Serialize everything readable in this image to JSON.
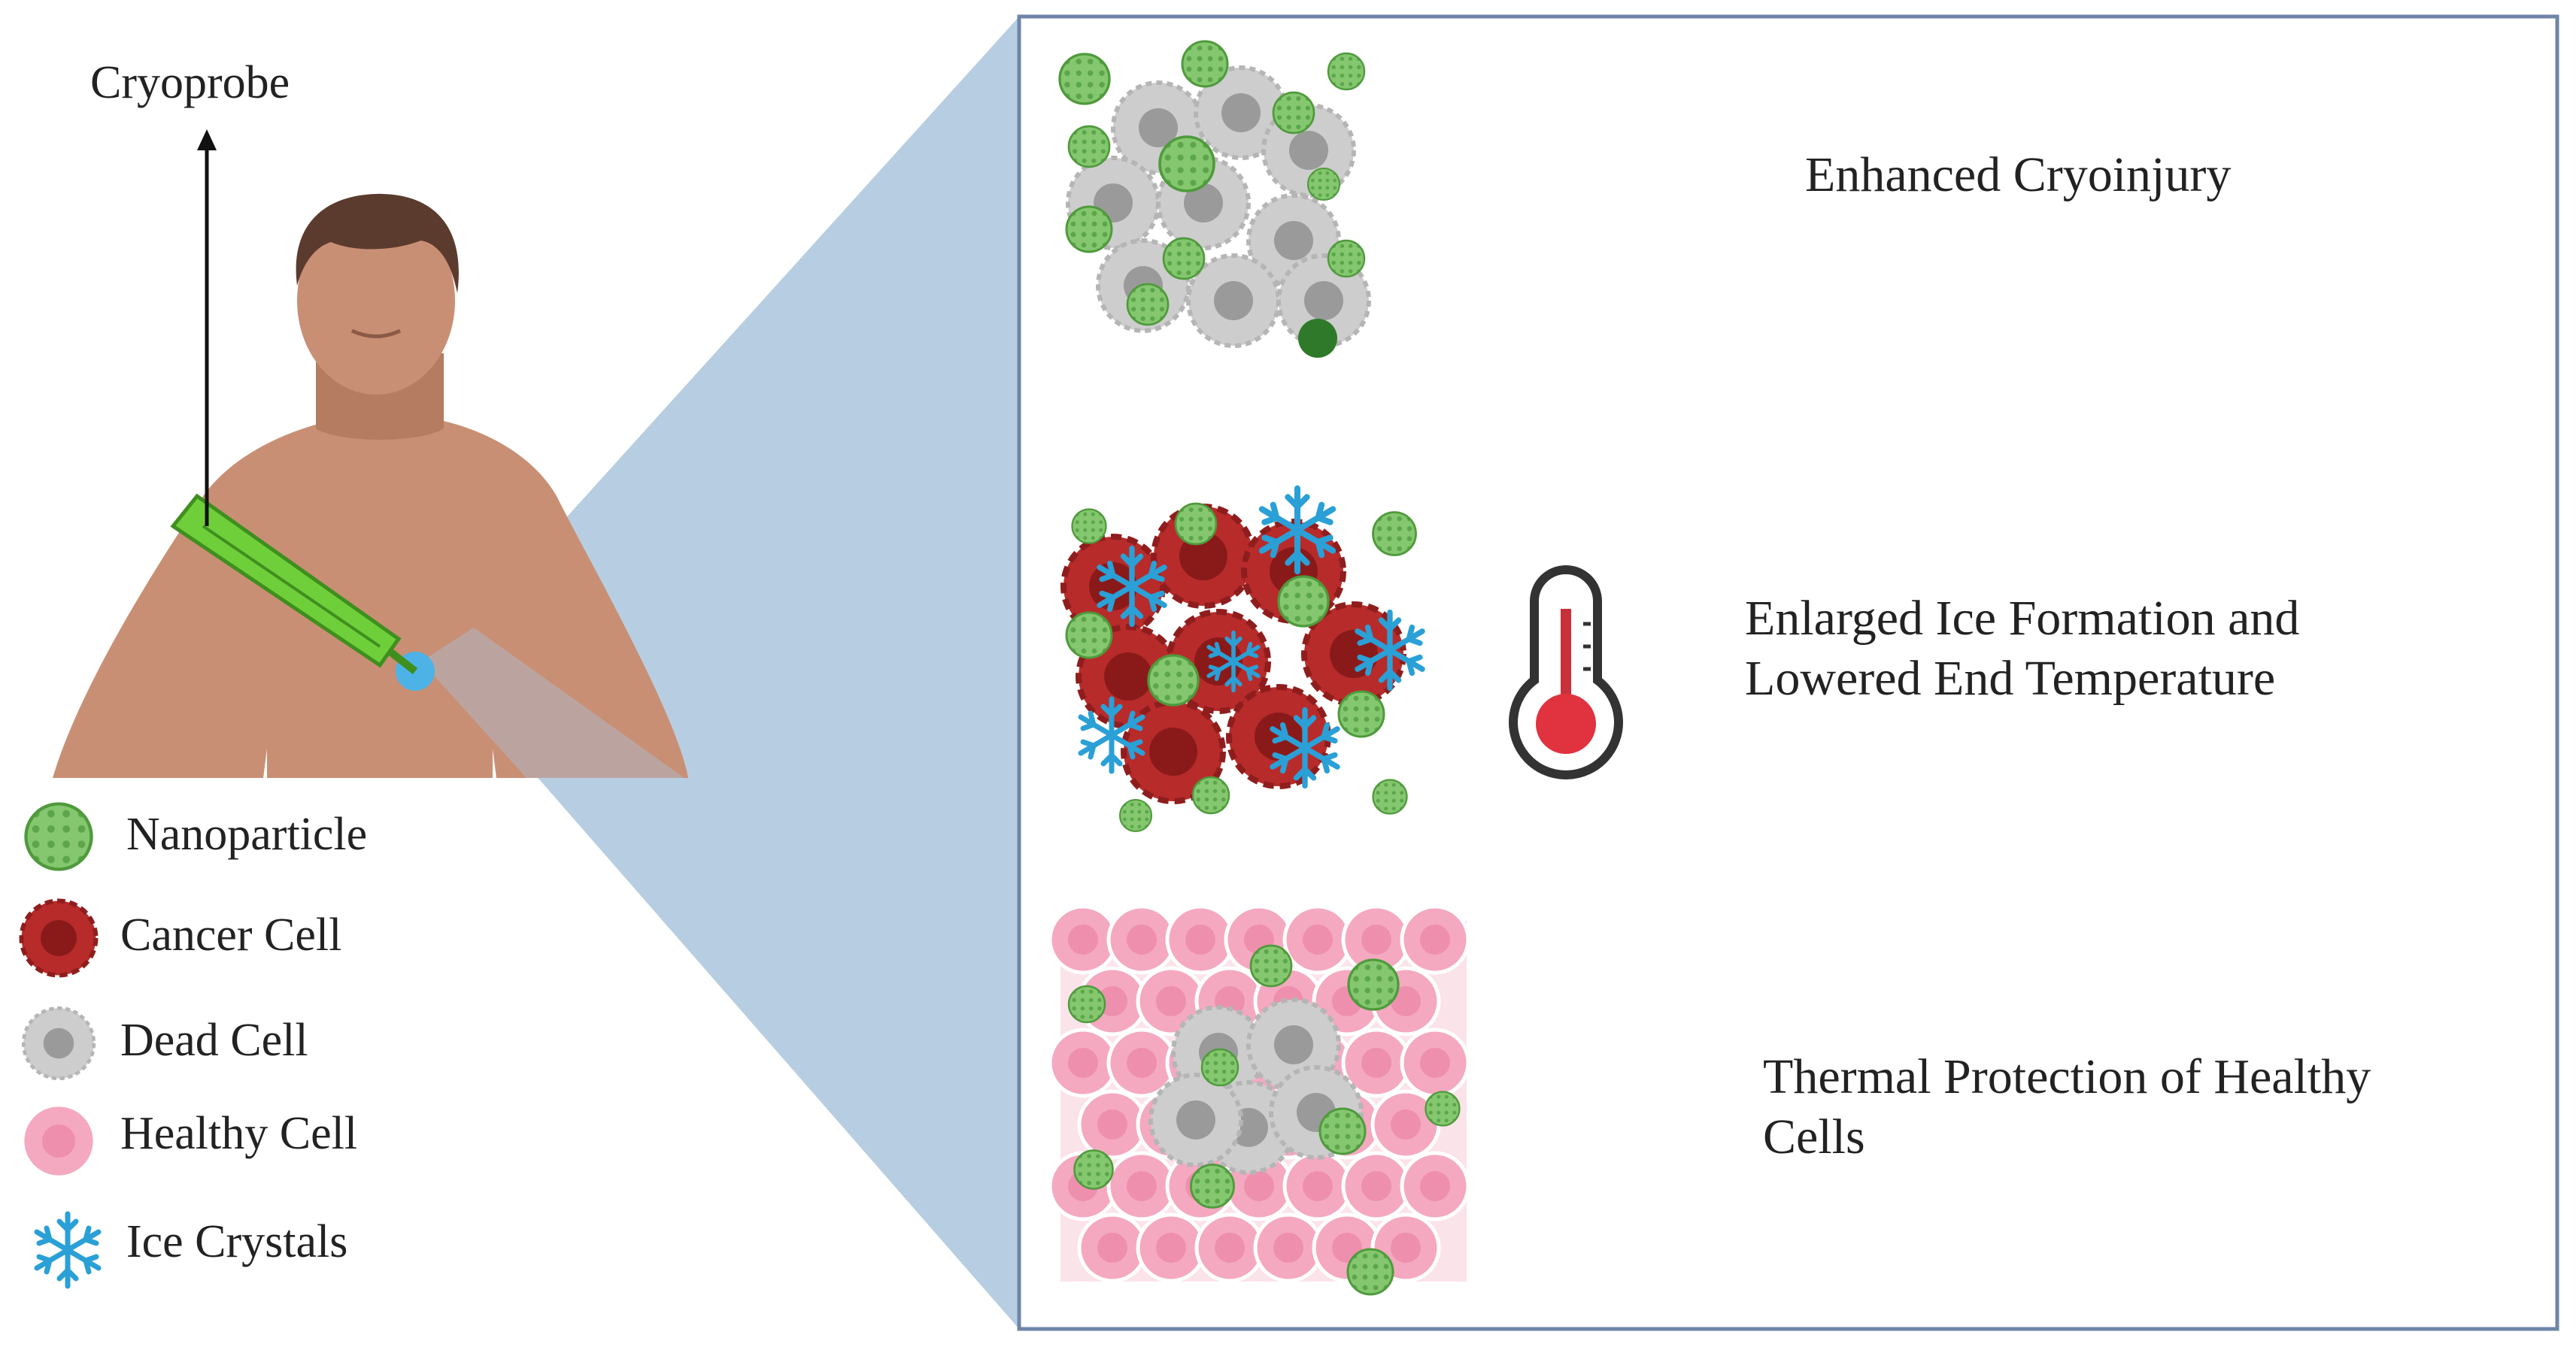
{
  "probe": {
    "label": "Cryoprobe"
  },
  "legend": {
    "items": [
      {
        "key": "nanoparticle",
        "label": "Nanoparticle"
      },
      {
        "key": "cancer",
        "label": "Cancer Cell"
      },
      {
        "key": "dead",
        "label": "Dead Cell"
      },
      {
        "key": "healthy",
        "label": "Healthy Cell"
      },
      {
        "key": "ice",
        "label": "Ice Crystals"
      }
    ]
  },
  "panel": {
    "effects": [
      {
        "lines": [
          "Enhanced Cryoinjury"
        ]
      },
      {
        "lines": [
          "Enlarged Ice Formation and",
          "Lowered End Temperature"
        ]
      },
      {
        "lines": [
          "Thermal Protection of Healthy",
          "Cells"
        ]
      }
    ]
  },
  "colors": {
    "panel_border": "#6e85a8",
    "zoom_wedge": "#b7cee2",
    "nanoparticle": "#7fc36b",
    "cancer": "#b02a2a",
    "dead": "#c9c9c9",
    "healthy": "#f2a7bf",
    "ice": "#2aa0d6",
    "probe": "#6fcf3a",
    "skin": "#c98f74"
  },
  "icons": [
    "arrow-up-icon",
    "thermometer-icon",
    "snowflake-icon",
    "person-figure",
    "cryoprobe-device"
  ]
}
